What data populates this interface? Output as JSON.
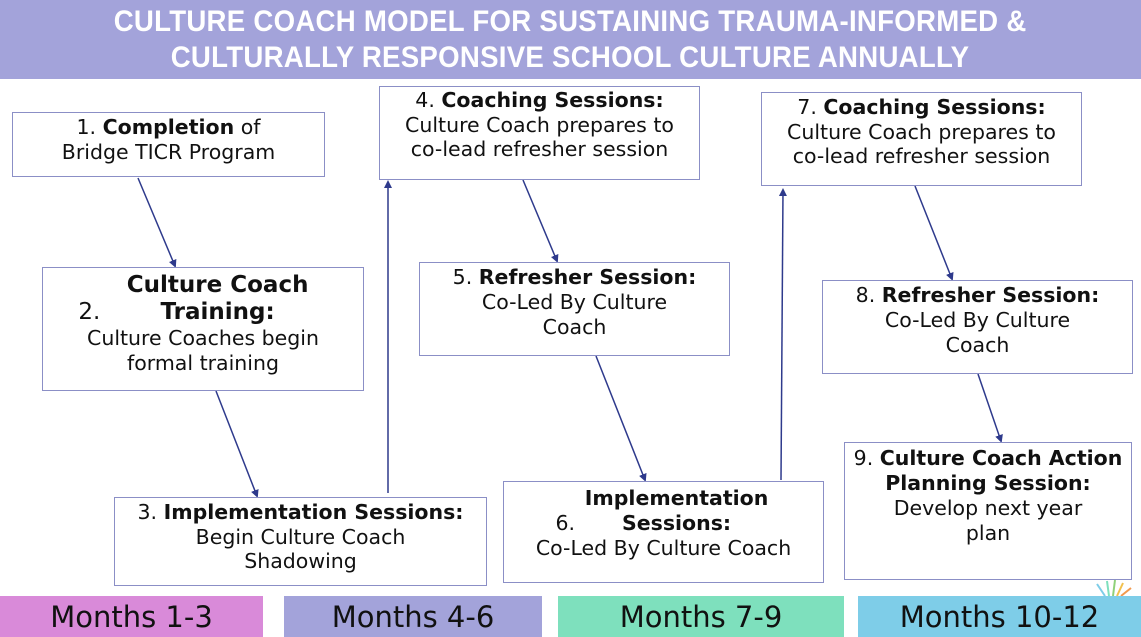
{
  "colors": {
    "header_bg": "#a3a3da",
    "box_border": "#8b8fc6",
    "arrow": "#2e3a8c",
    "month_1": "#d98ad9",
    "month_2": "#a3a3da",
    "month_3": "#7ee0bd",
    "month_4": "#7ecde8"
  },
  "title": {
    "line1": "CULTURE COACH MODEL FOR SUSTAINING TRAUMA-INFORMED &",
    "line2": "CULTURALLY RESPONSIVE SCHOOL CULTURE ANNUALLY"
  },
  "steps": [
    {
      "num": "1.",
      "bold": "Completion",
      "bold_tail": " of",
      "desc": "Bridge TICR Program"
    },
    {
      "num": "2.",
      "bold": "Culture Coach Training:",
      "desc": "Culture Coaches begin formal training"
    },
    {
      "num": "3.",
      "bold": "Implementation Sessions:",
      "desc": "Begin Culture Coach Shadowing"
    },
    {
      "num": "4.",
      "bold": "Coaching Sessions:",
      "desc": "Culture Coach prepares to co-lead refresher session"
    },
    {
      "num": "5.",
      "bold": "Refresher Session:",
      "desc": "Co-Led By Culture Coach"
    },
    {
      "num": "6.",
      "bold": "Implementation Sessions:",
      "desc": "Co-Led By Culture Coach"
    },
    {
      "num": "7.",
      "bold": "Coaching Sessions:",
      "desc": "Culture Coach prepares to co-lead refresher session"
    },
    {
      "num": "8.",
      "bold": "Refresher Session:",
      "desc": "Co-Led By Culture Coach"
    },
    {
      "num": "9.",
      "bold": "Culture Coach Action Planning Session:",
      "desc": "Develop next year plan"
    }
  ],
  "months": [
    {
      "label": "Months 1-3"
    },
    {
      "label": "Months 4-6"
    },
    {
      "label": "Months 7-9"
    },
    {
      "label": "Months 10-12"
    }
  ]
}
